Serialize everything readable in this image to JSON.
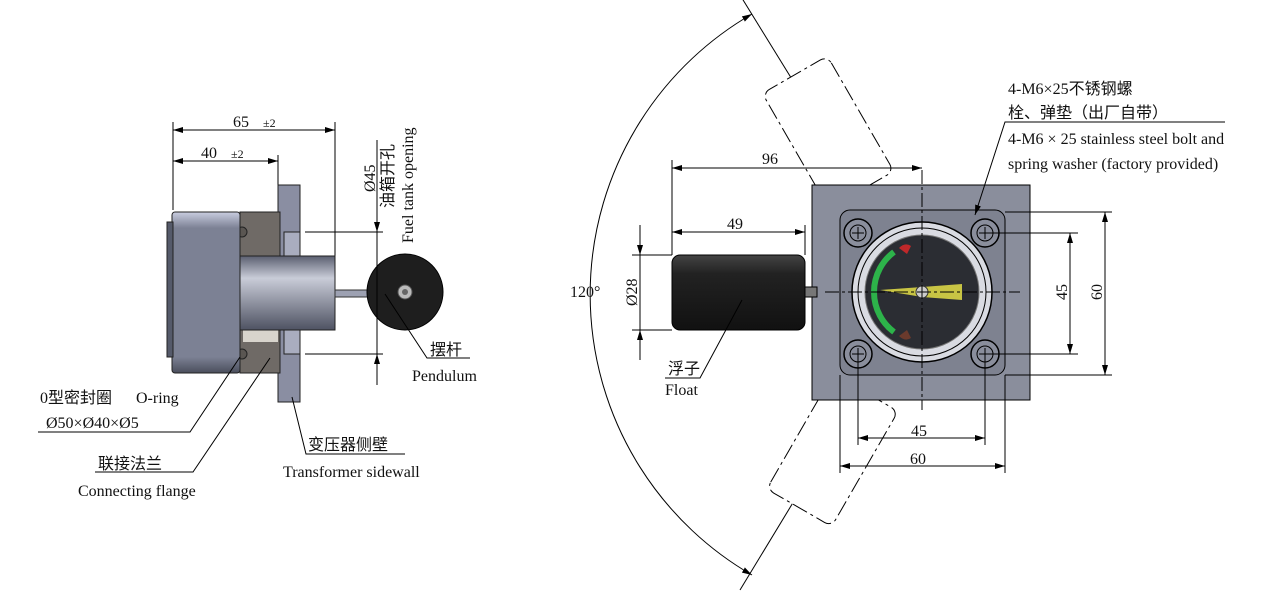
{
  "side_view": {
    "dim_overall": "65",
    "dim_overall_tol": "±2",
    "dim_flange": "40",
    "dim_flange_tol": "±2",
    "dim_opening": "Ø45",
    "opening_label_cn": "油箱开孔",
    "opening_label_en": "Fuel tank opening",
    "pendulum_cn": "摆杆",
    "pendulum_en": "Pendulum",
    "oring_cn": "0型密封圈",
    "oring_en": "O-ring",
    "oring_size": "Ø50×Ø40×Ø5",
    "flange_cn": "联接法兰",
    "flange_en": "Connecting flange",
    "sidewall_cn": "变压器侧壁",
    "sidewall_en": "Transformer sidewall"
  },
  "front_view": {
    "dim_96": "96",
    "dim_49": "49",
    "dim_float_dia": "Ø28",
    "dim_angle": "120°",
    "dim_hole_v": "45",
    "dim_plate_v": "60",
    "dim_hole_h": "45",
    "dim_plate_h": "60",
    "float_cn": "浮子",
    "float_en": "Float",
    "bolt_cn_1": "4-M6×25不锈钢螺",
    "bolt_cn_2": "栓、弹垫（出厂自带）",
    "bolt_en_1": "4-M6 × 25 stainless steel bolt and",
    "bolt_en_2": "spring washer (factory provided)"
  },
  "colors": {
    "body": "#7d8294",
    "flange": "#6f6a66",
    "float": "#1c1c1c",
    "gauge_green": "#2db34a",
    "gauge_red": "#c0282a"
  }
}
